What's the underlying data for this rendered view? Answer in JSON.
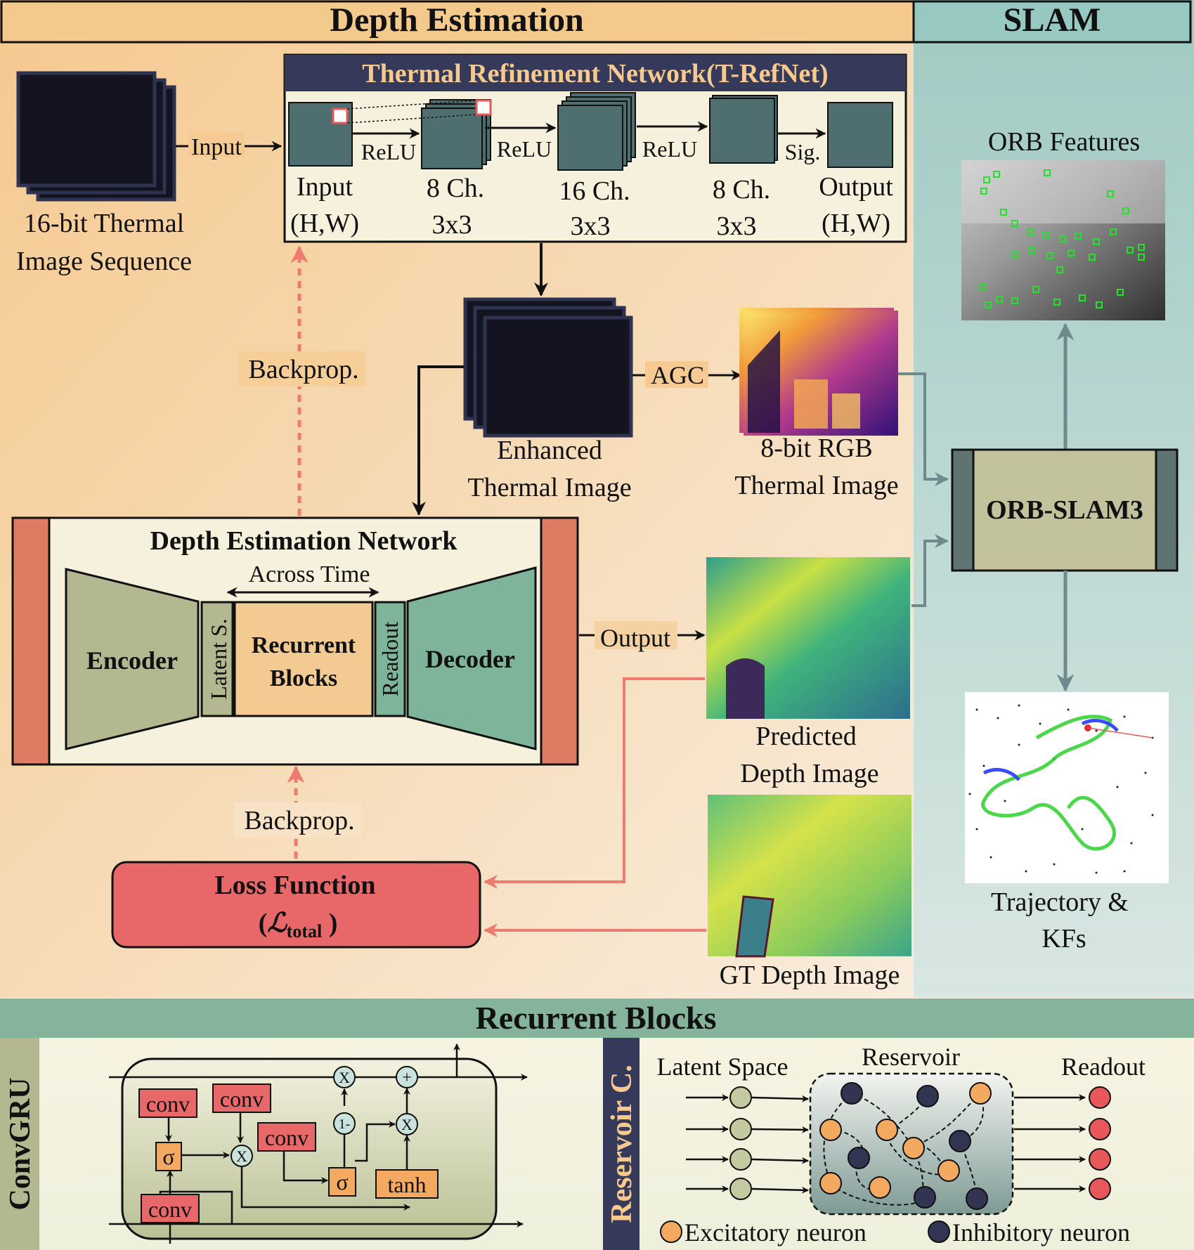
{
  "headers": {
    "depth_estimation": "Depth Estimation",
    "slam": "SLAM",
    "recurrent_blocks": "Recurrent Blocks"
  },
  "input": {
    "label_line1": "16-bit Thermal",
    "label_line2": "Image Sequence",
    "arrow_label": "Input"
  },
  "trefnet": {
    "title": "Thermal Refinement Network(T-RefNet)",
    "activations": [
      "ReLU",
      "ReLU",
      "ReLU",
      "Sig."
    ],
    "stages": [
      {
        "line1": "Input",
        "line2": "(H,W)"
      },
      {
        "line1": "8 Ch.",
        "line2": "3x3"
      },
      {
        "line1": "16 Ch.",
        "line2": "3x3"
      },
      {
        "line1": "8 Ch.",
        "line2": "3x3"
      },
      {
        "line1": "Output",
        "line2": "(H,W)"
      }
    ]
  },
  "enhanced": {
    "label_line1": "Enhanced",
    "label_line2": "Thermal Image",
    "agc_label": "AGC"
  },
  "rgb_thermal": {
    "label_line1": "8-bit RGB",
    "label_line2": "Thermal Image"
  },
  "backprop_label": "Backprop.",
  "depth_net": {
    "title": "Depth Estimation Network",
    "across_time": "Across Time",
    "encoder": "Encoder",
    "latent": "Latent S.",
    "recurrent_line1": "Recurrent",
    "recurrent_line2": "Blocks",
    "readout": "Readout",
    "decoder": "Decoder",
    "output_label": "Output"
  },
  "predicted": {
    "label_line1": "Predicted",
    "label_line2": "Depth Image"
  },
  "gt": {
    "label": "GT Depth Image"
  },
  "loss": {
    "title": "Loss Function",
    "symbol": "ℒ",
    "subscript": "total"
  },
  "slam": {
    "orb_features": "ORB Features",
    "orb_slam3": "ORB-SLAM3",
    "trajectory_line1": "Trajectory &",
    "trajectory_line2": "KFs"
  },
  "convgru": {
    "label": "ConvGRU",
    "conv": "conv",
    "sigma": "σ",
    "tanh": "tanh",
    "times": "X",
    "plus": "+",
    "one_minus": "1-"
  },
  "reservoir": {
    "label": "Reservoir C.",
    "latent_space": "Latent Space",
    "reservoir": "Reservoir",
    "readout": "Readout",
    "excitatory": "Excitatory neuron",
    "inhibitory": "Inhibitory neuron"
  },
  "colors": {
    "depth_bg": "#f6d39e",
    "slam_bg": "#a3cbc3",
    "header_depth": "#f3c98c",
    "header_slam": "#98c8c2",
    "recurrent_header": "#86b39b",
    "trefnet_title_bg": "#363a5a",
    "trefnet_title_text": "#f7c98d",
    "dark_image": "#141420",
    "stack_border": "#2e3352",
    "layer_fill": "#4e6e70",
    "loss_fill": "#e8686a",
    "net_side": "#dd7c62",
    "encoder_fill": "#b3b891",
    "decoder_fill": "#7eb49a",
    "recurrent_fill": "#f3cb92",
    "orb_fill": "#c2c39d",
    "orb_side": "#5f7373",
    "excitatory": "#f4a960",
    "inhibitory": "#323552",
    "readout_node": "#e8585a",
    "latent_node": "#c4c99f",
    "backprop_arrow": "#ef7a70",
    "gray_arrow": "#6f8a8c"
  }
}
